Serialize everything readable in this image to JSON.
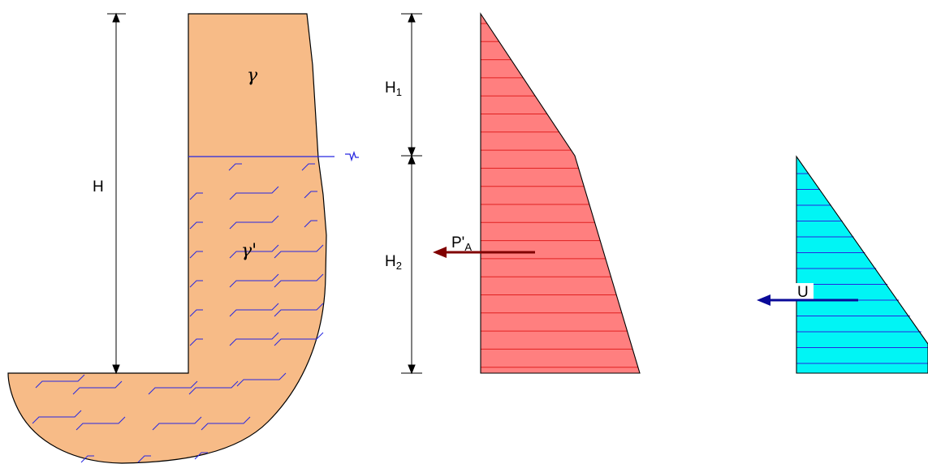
{
  "colors": {
    "soil": "#F7BB87",
    "water_lines": "#2727E0",
    "earth_pressure_fill": "#FF7F7F",
    "earth_pressure_lines": "#E02020",
    "water_pressure_fill": "#00F5F5",
    "water_pressure_lines": "#2727E0",
    "force_PA": "#800000",
    "force_U": "#0A0A99"
  },
  "labels": {
    "H": "H",
    "H1_main": "H",
    "H1_sub": "1",
    "H2_main": "H",
    "H2_sub": "2",
    "gamma": "γ",
    "gamma_prime": "γ'",
    "PA_main": "P'",
    "PA_sub": "A",
    "U": "U"
  },
  "icons": {
    "water_table_symbol": "water-table-icon"
  }
}
